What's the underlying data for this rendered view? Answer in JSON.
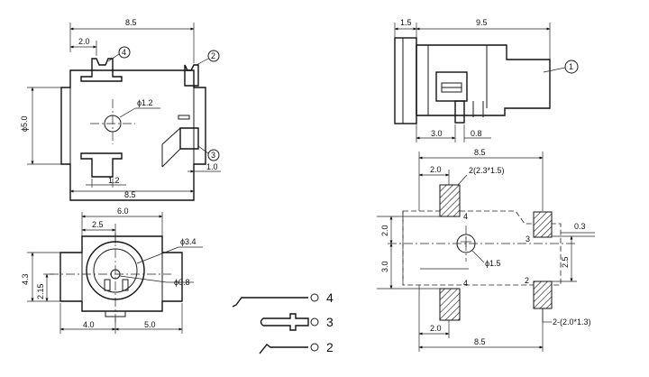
{
  "front_view": {
    "dim_overall_width": "8.5",
    "dim_pin4_offset": "2.0",
    "dim_pin_hole": "ϕ1.2",
    "dim_body_dia": "ϕ5.0",
    "dim_pin_bottom": "1.2",
    "dim_pin_edge": "1.0",
    "callout_pin4": "4",
    "callout_pin2": "2",
    "callout_pin3": "3"
  },
  "side_view": {
    "dim_flange": "1.5",
    "dim_body_length": "9.5",
    "dim_pin_pos": "3.0",
    "dim_pin_width": "0.8",
    "callout_pin1": "1"
  },
  "bottom_view": {
    "dim_width": "6.0",
    "dim_offset": "2.5",
    "dim_outer_dia": "ϕ3.4",
    "dim_pin_dia": "ϕ0.8",
    "dim_height": "4.3",
    "dim_center_height": "2.15",
    "dim_left": "4.0",
    "dim_right": "5.0"
  },
  "legend": {
    "items": [
      {
        "label": "4"
      },
      {
        "label": "3"
      },
      {
        "label": "2"
      }
    ]
  },
  "pcb_layout": {
    "dim_top_width": "8.5",
    "dim_pad_offset_top": "2.0",
    "label_pad_size": "2(2.3*1.5)",
    "dim_vertical_2": "2.0",
    "dim_vertical_3": "3.0",
    "dim_hole": "ϕ1.5",
    "dim_pad_gap": "0.3",
    "dim_pad_pitch": "2.5",
    "label_pad_size_bottom": "2-(2.0*1.3)",
    "dim_pad_offset_bottom": "2.0",
    "dim_bottom_width": "8.5",
    "pad_label_4a": "4",
    "pad_label_3": "3",
    "pad_label_4b": "4",
    "pad_label_2": "2"
  }
}
